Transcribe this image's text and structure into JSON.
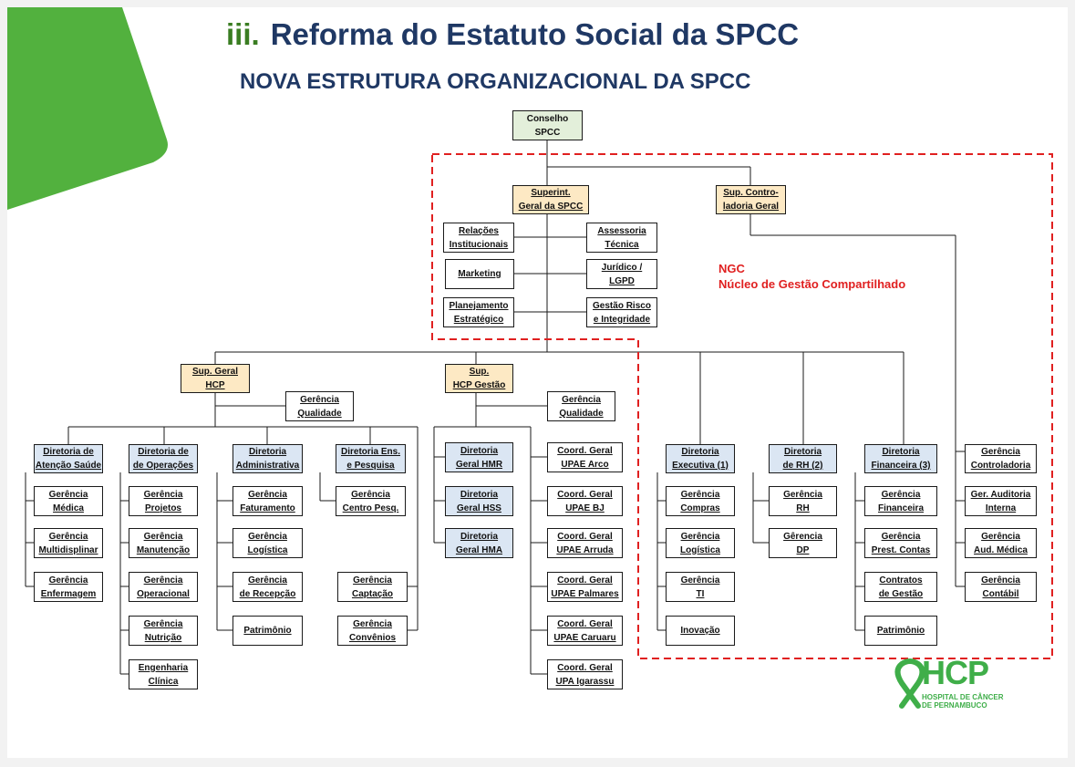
{
  "title": {
    "roman": "iii.",
    "text": "Reforma do Estatuto Social da SPCC"
  },
  "subtitle": "NOVA ESTRUTURA ORGANIZACIONAL DA SPCC",
  "ngc": {
    "abbr": "NGC",
    "name": "Núcleo de Gestão Compartilhado"
  },
  "colors": {
    "title": "#1f3864",
    "accent_green": "#3a7d22",
    "ngc_red": "#e02020",
    "logo_green": "#3fae49"
  },
  "boxes": {
    "conselho": "Conselho\nSPCC",
    "superint": "Superint.\nGeral da SPCC",
    "sup_contro": "Sup. Contro-\nladoria Geral",
    "relacoes": "Relações\nInstitucionais",
    "assessoria": "Assessoria\nTécnica",
    "marketing": "Marketing",
    "juridico": "Jurídico /\nLGPD",
    "planejamento": "Planejamento\nEstratégico",
    "gestao_risco": "Gestão Risco\ne Integridade",
    "sup_hcp": "Sup. Geral\nHCP",
    "ger_qual_hcp": "Gerência\nQualidade",
    "sup_hcp_gestao": "Sup.\nHCP Gestão",
    "ger_qual_gestao": "Gerência\nQualidade",
    "dir_atencao": "Diretoria de\nAtenção Saúde",
    "ger_medica": "Gerência\nMédica",
    "ger_multi": "Gerência\nMultidisplinar",
    "ger_enferm": "Gerência\nEnfermagem",
    "dir_operacoes": "Diretoria de\nde Operações",
    "ger_projetos": "Gerência\nProjetos",
    "ger_manut": "Gerência\nManutenção",
    "ger_operac": "Gerência\nOperacional",
    "ger_nutricao": "Gerência\nNutrição",
    "eng_clinica": "Engenharia\nClínica",
    "dir_admin": "Diretoria\nAdministrativa",
    "ger_fatur": "Gerência\nFaturamento",
    "ger_logist_adm": "Gerência\nLogística",
    "ger_recepcao": "Gerência\nde Recepção",
    "patrimonio_adm": "Patrimônio",
    "dir_ensino": "Diretoria Ens.\ne Pesquisa",
    "ger_centro": "Gerência\nCentro Pesq.",
    "ger_captacao": "Gerência\nCaptação",
    "ger_convenios": "Gerência\nConvênios",
    "dir_hmr": "Diretoria\nGeral HMR",
    "dir_hss": "Diretoria\nGeral HSS",
    "dir_hma": "Diretoria\nGeral HMA",
    "coord_arco": "Coord. Geral\nUPAE Arco",
    "coord_bj": "Coord. Geral\nUPAE BJ",
    "coord_arruda": "Coord. Geral\nUPAE Arruda",
    "coord_palmares": "Coord. Geral\nUPAE Palmares",
    "coord_caruaru": "Coord. Geral\nUPAE Caruaru",
    "coord_igarassu": "Coord. Geral\nUPA Igarassu",
    "dir_exec": "Diretoria\nExecutiva (1)",
    "ger_compras": "Gerência\nCompras",
    "ger_logist_exec": "Gerência\nLogística",
    "ger_ti": "Gerência\nTI",
    "inovacao": "Inovação",
    "dir_rh": "Diretoria\nde RH (2)",
    "ger_rh": "Gerência\nRH",
    "ger_dp": "Gêrencia\nDP",
    "dir_fin": "Diretoria\nFinanceira (3)",
    "ger_fin": "Gerência\nFinanceira",
    "ger_prest": "Gerência\nPrest. Contas",
    "contratos": "Contratos\nde Gestão",
    "patrimonio_fin": "Patrimônio",
    "ger_controladoria": "Gerência\nControladoria",
    "ger_auditoria": "Ger. Auditoria\nInterna",
    "ger_aud_medica": "Gerência\nAud. Médica",
    "ger_contabil": "Gerência\nContábil"
  },
  "logo": {
    "name": "HCP",
    "line1": "HOSPITAL DE CÂNCER",
    "line2": "DE PERNAMBUCO",
    "icon": "awareness-ribbon-icon"
  }
}
